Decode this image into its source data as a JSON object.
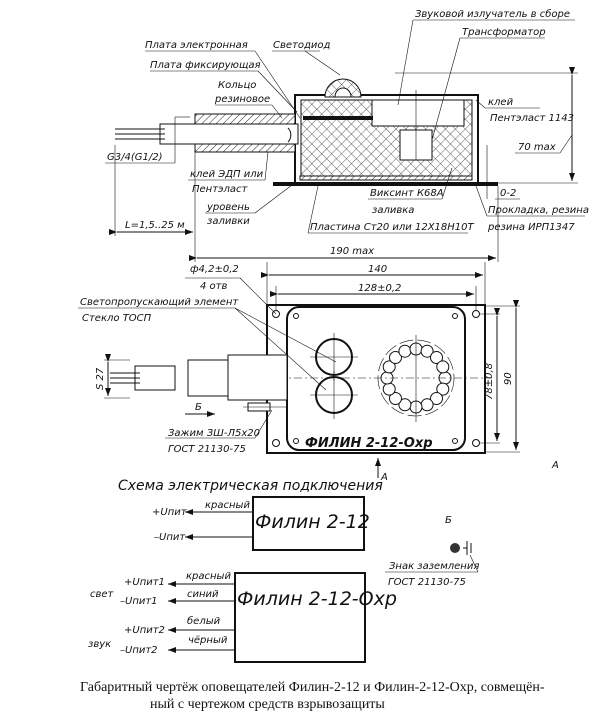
{
  "side_view": {
    "labels": {
      "sound_emitter": "Звуковой излучатель в сборе",
      "transformer": "Трансформатор",
      "board_electronic": "Плата электронная",
      "led": "Светодиод",
      "board_fixing": "Плата фиксирующая",
      "ring_1": "Кольцо",
      "ring_2": "резиновое",
      "glue_1": "клей",
      "glue_2": "Пентэласт 1143",
      "height": "70 max",
      "thread": "G3/4(G1/2)",
      "glue_edp_1": "клей ЭДП или",
      "glue_edp_2": "Пентэласт",
      "compound_1": "Виксинт К68А",
      "compound_2": "заливка",
      "gap": "0-2",
      "fill_level_1": "уровень",
      "fill_level_2": "заливки",
      "gasket_1": "Прокладка, резина",
      "gasket_2": "резина ИРП1347",
      "cable_length": "L=1,5..25 м",
      "plate": "Пластина Ст20 или 12Х18Н10Т",
      "width": "190 max"
    }
  },
  "top_view": {
    "labels": {
      "hole_dia": "ф4,2±0,2",
      "hole_count": "4 отв",
      "width_outer": "140",
      "width_holes": "128±0,2",
      "light_element_1": "Светопропускающий элемент",
      "light_element_2": "Стекло ТОСП",
      "wrench_size": "S 27",
      "view_b": "Б",
      "clamp_1": "Зажим ЗШ-Л5х20",
      "clamp_2": "ГОСТ 21130-75",
      "height_holes": "78±0,8",
      "height_outer": "90",
      "nameplate": "ФИЛИН 2-12-Охр",
      "section_a1": "А",
      "section_a2": "А"
    }
  },
  "schematic": {
    "title": "Схема электрическая подключения",
    "device1": {
      "name": "Филин 2-12",
      "plus": "+Uпит",
      "minus": "–Uпит",
      "wire_plus": "красный"
    },
    "device2": {
      "name": "Филин 2-12-Охр",
      "group_light": "свет",
      "group_sound": "звук",
      "plus1": "+Uпит1",
      "minus1": "–Uпит1",
      "plus2": "+Uпит2",
      "minus2": "–Uпит2",
      "wire1": "красный",
      "wire2": "синий",
      "wire3": "белый",
      "wire4": "чёрный"
    },
    "ground": {
      "view": "Б",
      "label_1": "Знак заземления",
      "label_2": "ГОСТ 21130-75"
    }
  },
  "caption": {
    "line1": "Габаритный чертёж оповещателей Филин-2-12 и Филин-2-12-Охр, совмещён-",
    "line2": "ный с чертежом средств взрывозащиты"
  }
}
